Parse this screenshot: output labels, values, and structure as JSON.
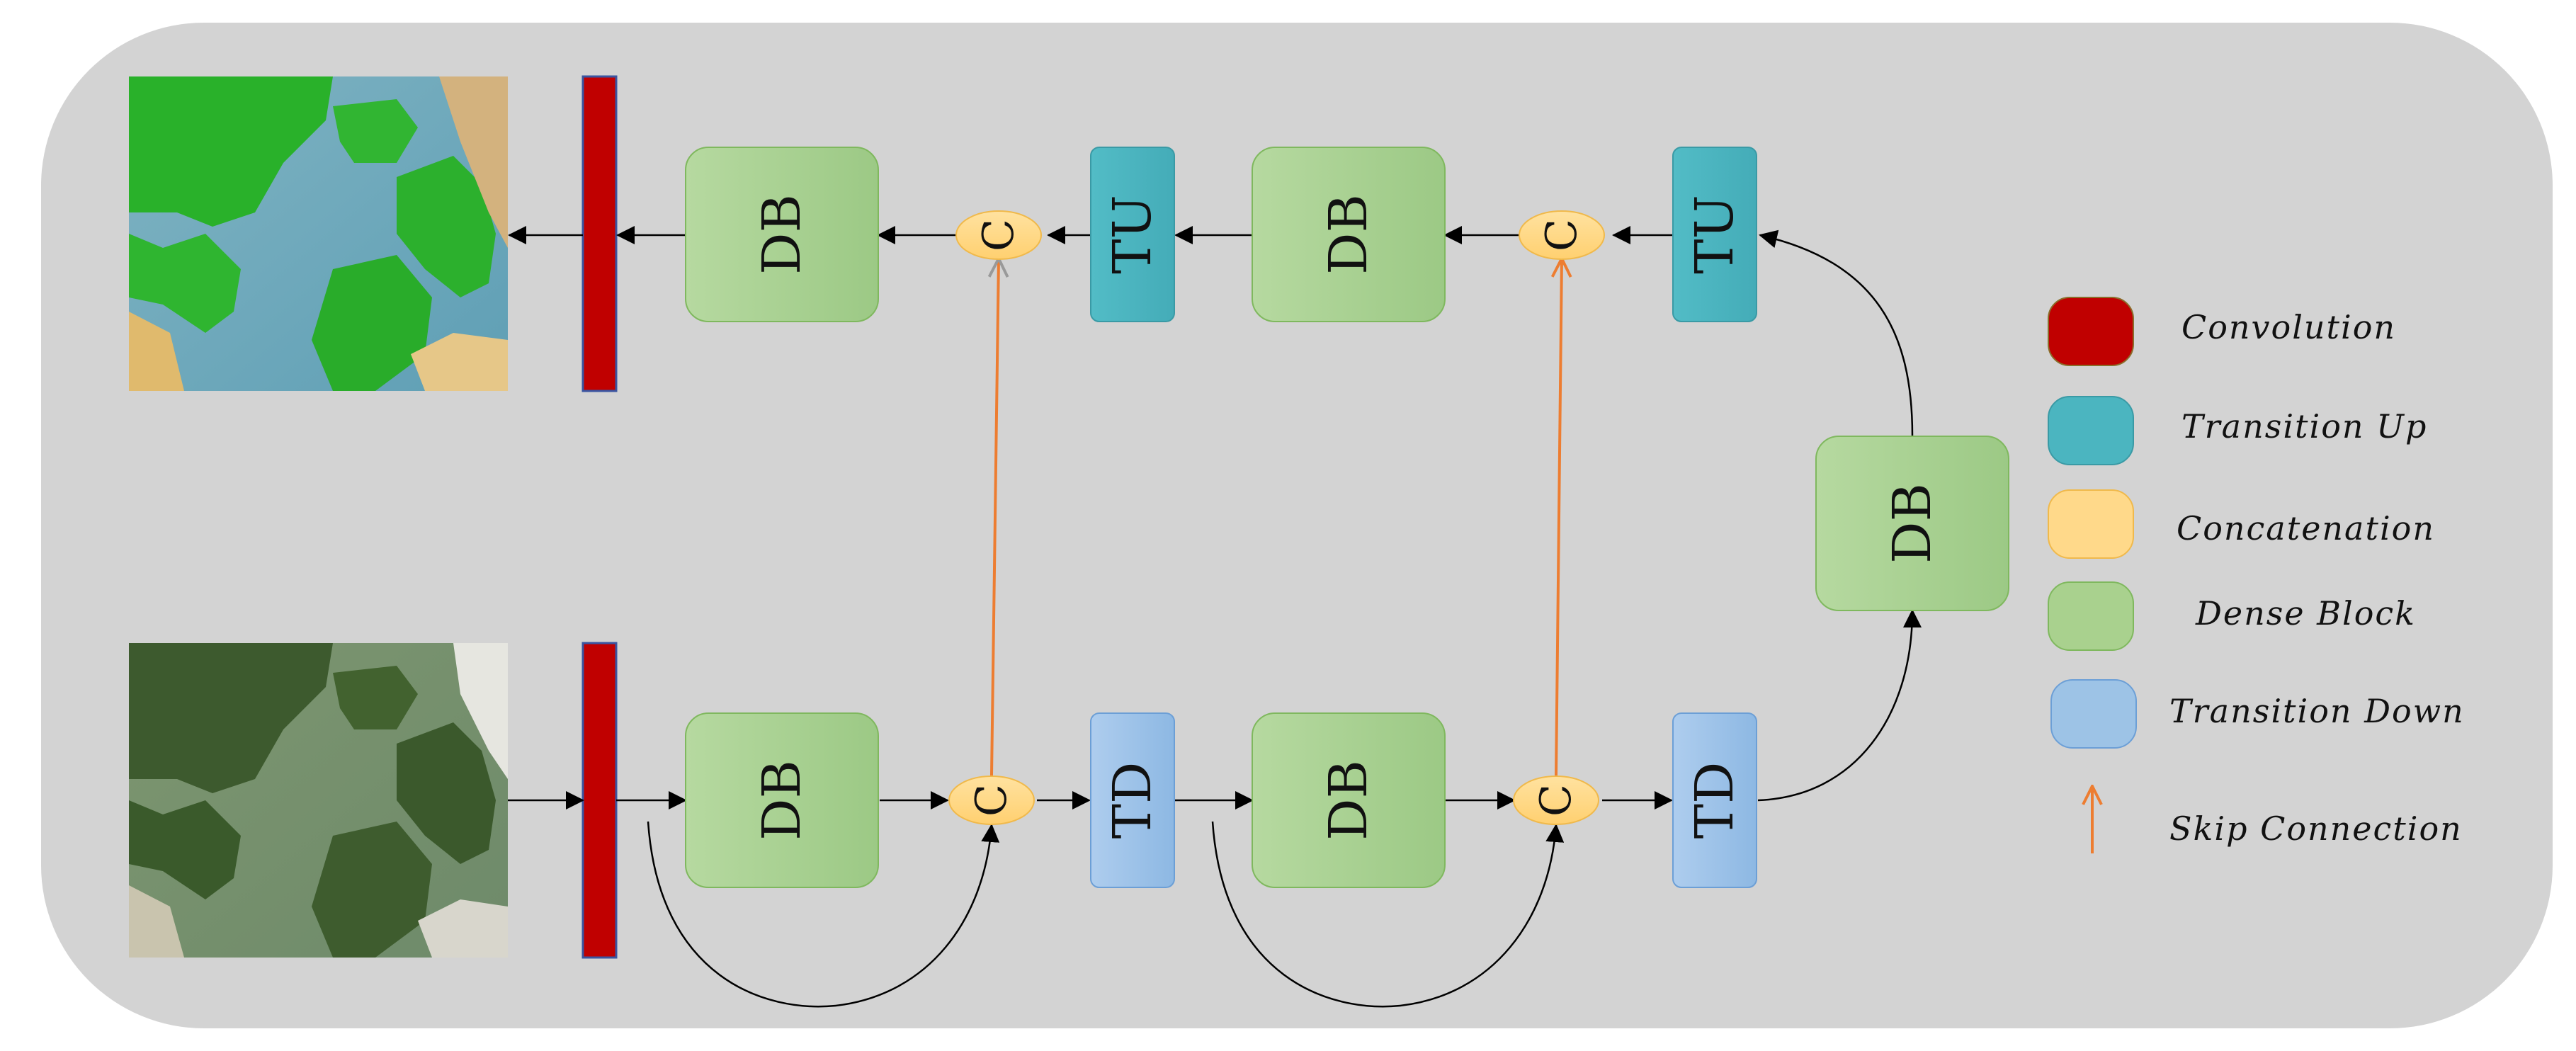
{
  "blocks": {
    "db": "DB",
    "tu": "TU",
    "td": "TD",
    "concat": "C"
  },
  "legend": {
    "convolution": "Convolution",
    "transition_up": "Transition Up",
    "concatenation": "Concatenation",
    "dense_block": "Dense Block",
    "transition_down": "Transition Down",
    "skip_connection": "Skip Connection"
  },
  "colors": {
    "background": "#d3d3d3",
    "convolution": "#c00000",
    "transition_up": "#4bb5c0",
    "concatenation": "#ffd98a",
    "dense_block": "#a9d18e",
    "transition_down": "#9dc3e6",
    "skip_connection": "#ed7d31"
  }
}
